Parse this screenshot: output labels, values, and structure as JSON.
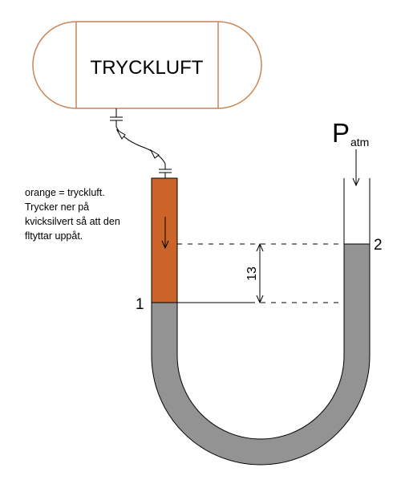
{
  "tank": {
    "label": "TRYCKLUFT"
  },
  "atmosphere": {
    "symbol": "P",
    "subscript": "atm"
  },
  "note": {
    "lines": [
      "orange = tryckluft.",
      "Trycker ner på",
      "kvicksilvert så att den",
      "fltyttar uppåt."
    ]
  },
  "points": {
    "left": "1",
    "right": "2"
  },
  "height_difference": {
    "value": "13"
  },
  "colors": {
    "compressed_air": "#cc6328",
    "mercury": "#939393",
    "tank_outline": "#c98458",
    "line": "#000000"
  }
}
